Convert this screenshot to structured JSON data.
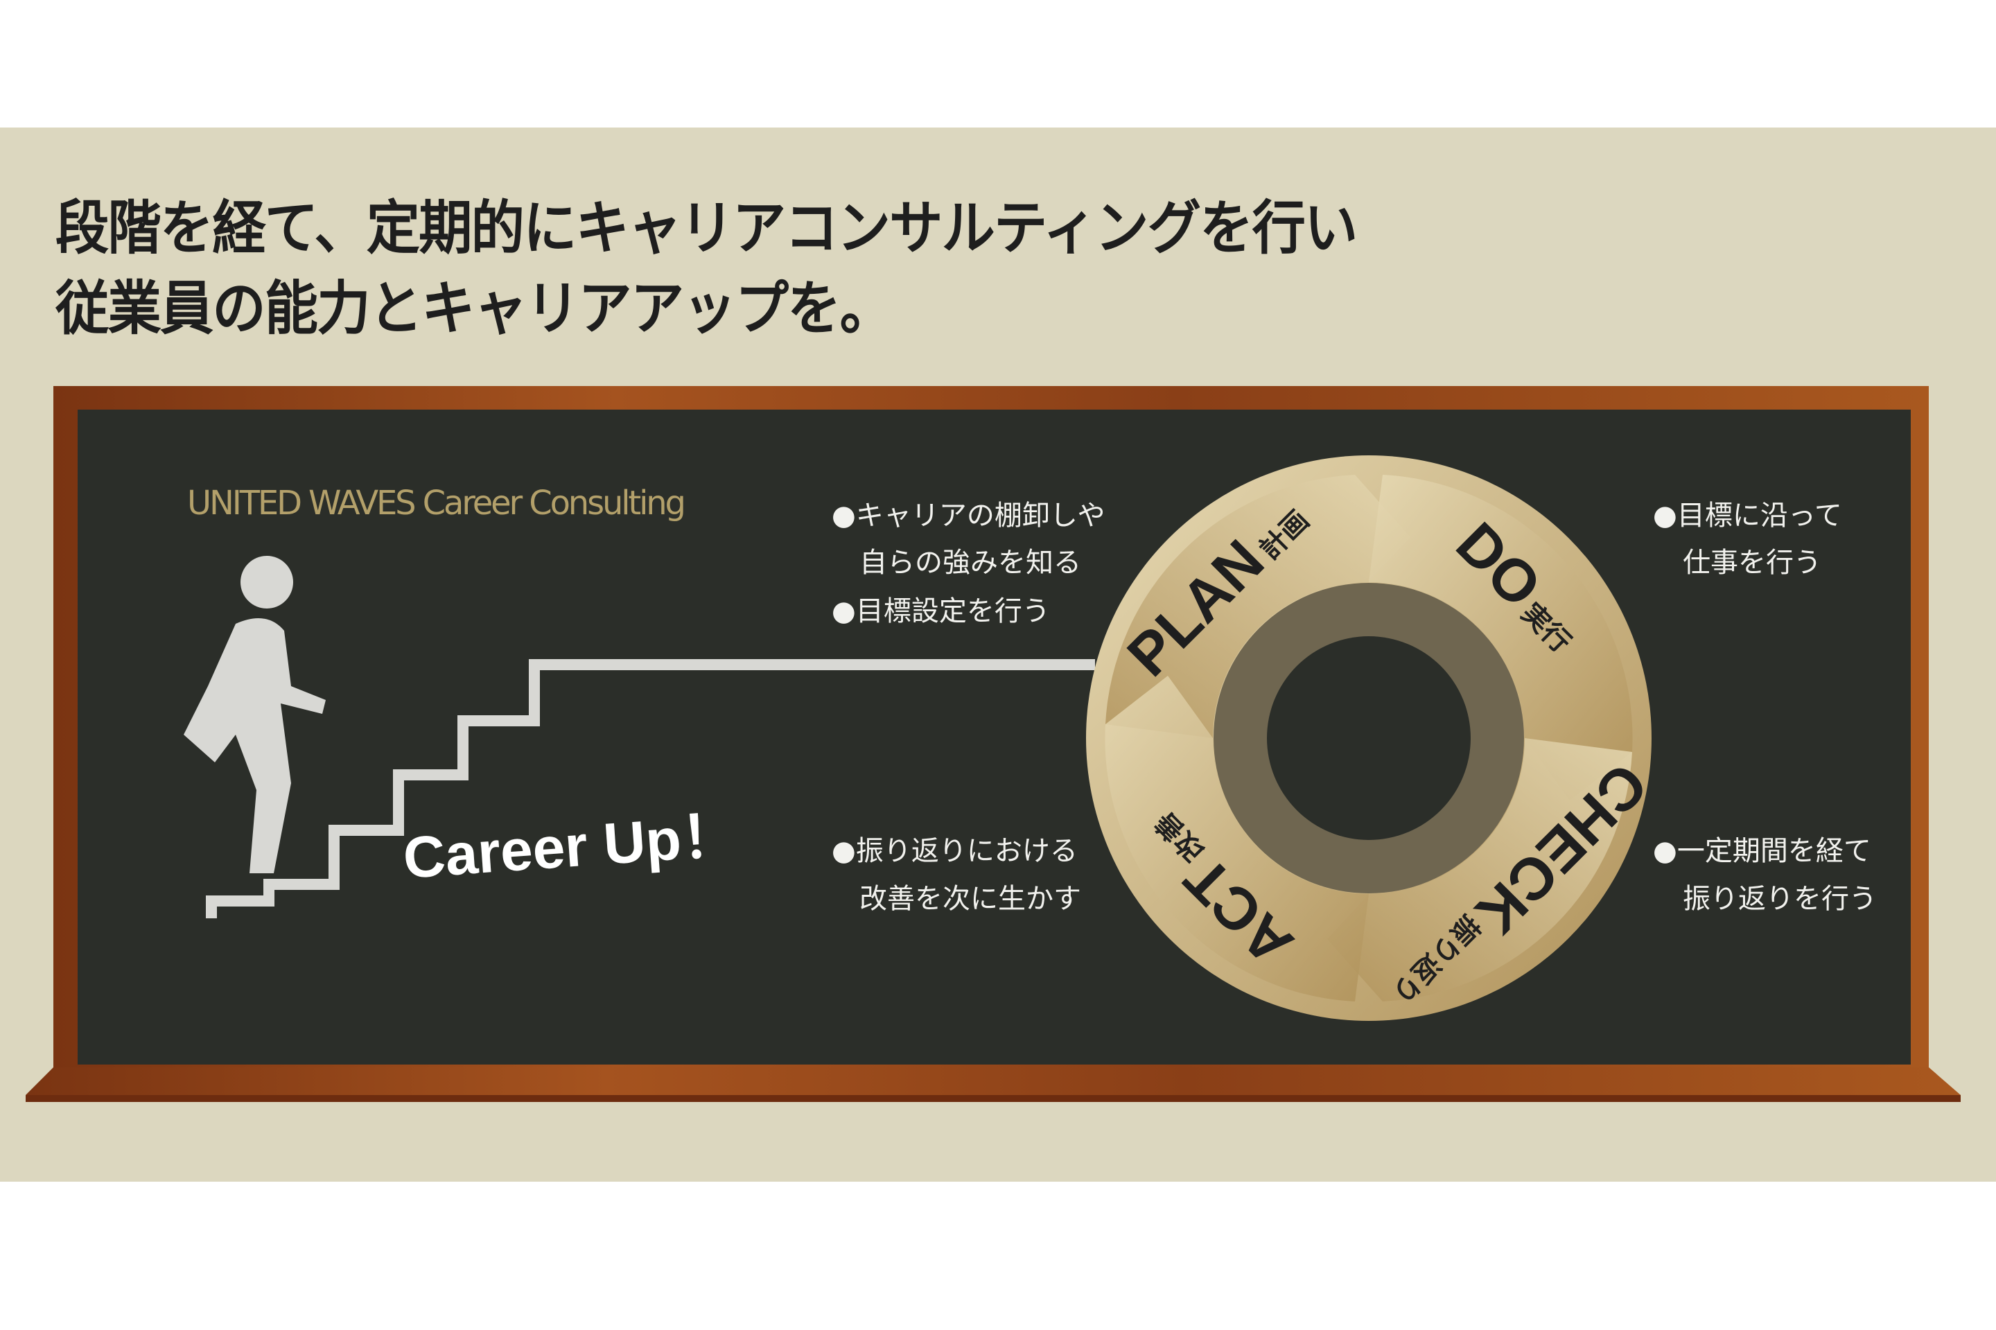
{
  "headline": {
    "line1": "段階を経て、定期的にキャリアコンサルティングを行い",
    "line2": "従業員の能力とキャリアアップを。"
  },
  "board": {
    "brand": "UNITED WAVES Career Consulting",
    "career_up": "Career Up！"
  },
  "cycle": {
    "plan": {
      "en": "PLAN",
      "ja": "計画",
      "note": [
        "●キャリアの棚卸しや",
        "自らの強みを知る",
        "●目標設定を行う"
      ]
    },
    "do": {
      "en": "DO",
      "ja": "実行",
      "note": [
        "●目標に沿って",
        "仕事を行う"
      ]
    },
    "check": {
      "en": "CHECK",
      "ja": "振り返り",
      "note": [
        "●一定期間を経て",
        "振り返りを行う"
      ]
    },
    "act": {
      "en": "ACT",
      "ja": "改善",
      "note": [
        "●振り返りにおける",
        "改善を次に生かす"
      ]
    }
  },
  "colors": {
    "band": "#dcd7bf",
    "chalkboard": "#2b2e29",
    "frame": "#8a3f17",
    "ring_light": "#e3d5ae",
    "ring_dark": "#b0925a",
    "brand": "#b3a06a"
  }
}
